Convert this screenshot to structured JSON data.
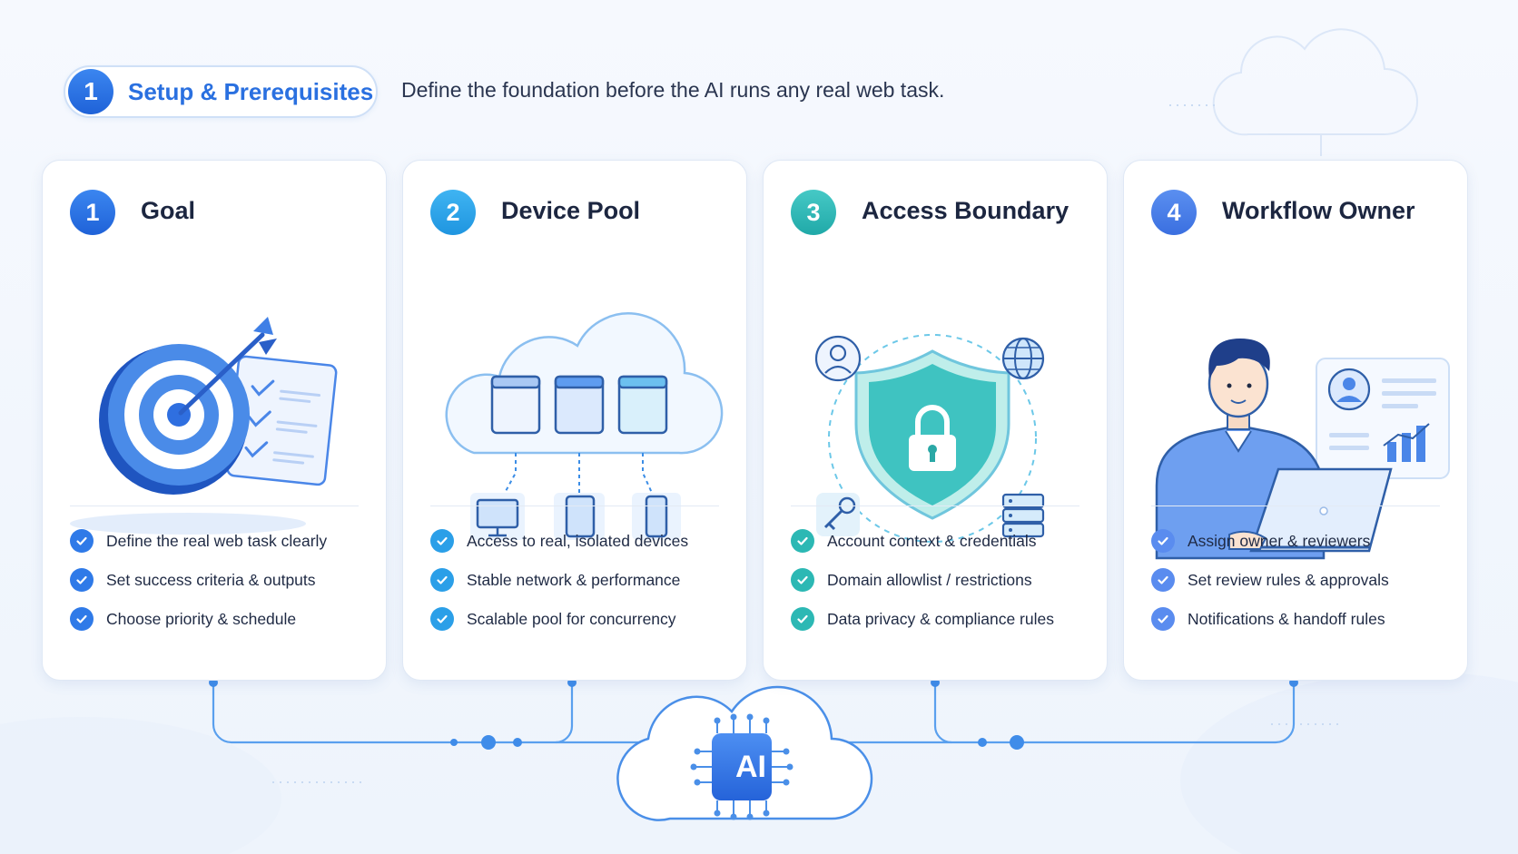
{
  "header": {
    "step_number": "1",
    "title": "Setup & Prerequisites",
    "description": "Define the foundation before the AI runs any real web task."
  },
  "cards": [
    {
      "number": "1",
      "title": "Goal",
      "icon": "target-checklist-icon",
      "accent": "#2f7ae8",
      "bullets": [
        "Define the real web task clearly",
        "Set success criteria & outputs",
        "Choose priority & schedule"
      ]
    },
    {
      "number": "2",
      "title": "Device Pool",
      "icon": "cloud-devices-icon",
      "accent": "#2b9fe8",
      "bullets": [
        "Access to real, isolated devices",
        "Stable network & performance",
        "Scalable pool for concurrency"
      ]
    },
    {
      "number": "3",
      "title": "Access Boundary",
      "icon": "shield-lock-icon",
      "accent": "#2cb8b4",
      "bullets": [
        "Account context & credentials",
        "Domain allowlist / restrictions",
        "Data privacy & compliance rules"
      ]
    },
    {
      "number": "4",
      "title": "Workflow Owner",
      "icon": "person-laptop-icon",
      "accent": "#5a8cef",
      "bullets": [
        "Assign owner & reviewers",
        "Set review rules & approvals",
        "Notifications & handoff rules"
      ]
    }
  ],
  "hub": {
    "label": "AI",
    "icon": "ai-chip-cloud-icon"
  }
}
